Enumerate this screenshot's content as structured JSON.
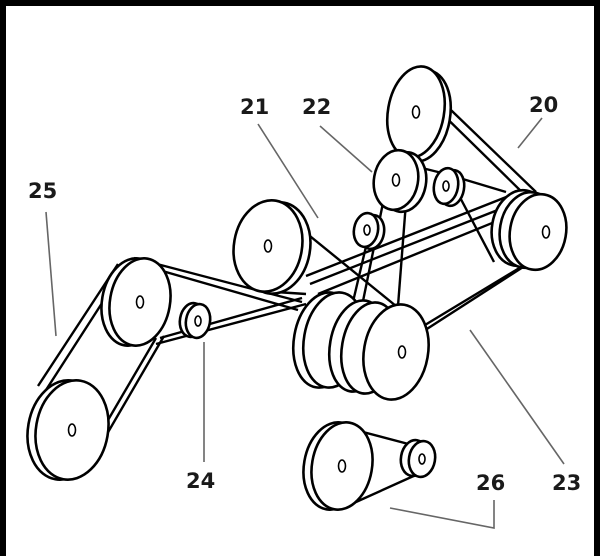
{
  "diagram": {
    "labels": [
      {
        "id": "20",
        "text": "20"
      },
      {
        "id": "21",
        "text": "21"
      },
      {
        "id": "22",
        "text": "22"
      },
      {
        "id": "23",
        "text": "23"
      },
      {
        "id": "24",
        "text": "24"
      },
      {
        "id": "25",
        "text": "25"
      },
      {
        "id": "26",
        "text": "26"
      }
    ],
    "colors": {
      "frame": "#000000",
      "background": "#ffffff",
      "ink": "#000000",
      "leader": "#666666"
    }
  }
}
